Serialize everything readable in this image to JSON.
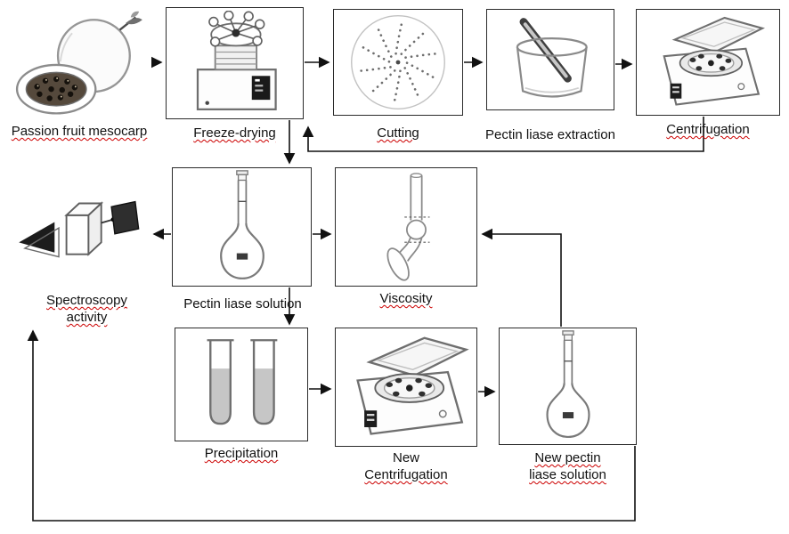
{
  "diagram": {
    "background": "#ffffff",
    "colors": {
      "label_text": "#111111",
      "misspell_underline": "#cc0000",
      "box_border": "#2b2b2b",
      "arrow": "#111111"
    }
  },
  "nodes": {
    "passion_fruit": {
      "label": "Passion fruit mesocarp",
      "image": "passion-fruit-sketch"
    },
    "freeze_drying": {
      "label": "Freeze-drying",
      "image": "freeze-dryer-sketch"
    },
    "cutting": {
      "label": "Cutting",
      "image": "perforated-cutting-disc-sketch"
    },
    "pectin_extraction": {
      "label": "Pectin liase extraction",
      "image": "glass-mortar-pestle-sketch"
    },
    "centrifugation": {
      "label": "Centrifugation",
      "image": "centrifuge-sketch"
    },
    "spectroscopy": {
      "lines": [
        {
          "text": "Spectroscopy"
        },
        {
          "text": "activity"
        }
      ],
      "image": "spectrophotometer-prism-cuvette-sketch"
    },
    "pectin_solution": {
      "label": "Pectin liase solution",
      "image": "volumetric-flask-sketch"
    },
    "viscosity": {
      "label": "Viscosity",
      "image": "viscometer-sketch"
    },
    "precipitation": {
      "label": "Precipitation",
      "image": "test-tubes-sketch"
    },
    "new_centrifugation": {
      "lines": [
        {
          "text": "New"
        },
        {
          "text": "Centrifugation"
        }
      ],
      "image": "centrifuge-sketch"
    },
    "new_pectin_solution": {
      "lines": [
        {
          "text": "New pectin"
        },
        {
          "text": "liase solution"
        }
      ],
      "image": "volumetric-flask-sketch"
    }
  },
  "edges": [
    {
      "from": "passion_fruit",
      "to": "freeze_drying"
    },
    {
      "from": "freeze_drying",
      "to": "cutting"
    },
    {
      "from": "cutting",
      "to": "pectin_extraction"
    },
    {
      "from": "pectin_extraction",
      "to": "centrifugation"
    },
    {
      "from": "centrifugation",
      "to": "freeze_drying"
    },
    {
      "from": "freeze_drying",
      "to": "pectin_solution"
    },
    {
      "from": "pectin_solution",
      "to": "spectroscopy"
    },
    {
      "from": "pectin_solution",
      "to": "viscosity"
    },
    {
      "from": "pectin_solution",
      "to": "precipitation"
    },
    {
      "from": "precipitation",
      "to": "new_centrifugation"
    },
    {
      "from": "new_centrifugation",
      "to": "new_pectin_solution"
    },
    {
      "from": "new_pectin_solution",
      "to": "viscosity"
    },
    {
      "from": "new_pectin_solution",
      "to": "spectroscopy"
    }
  ]
}
